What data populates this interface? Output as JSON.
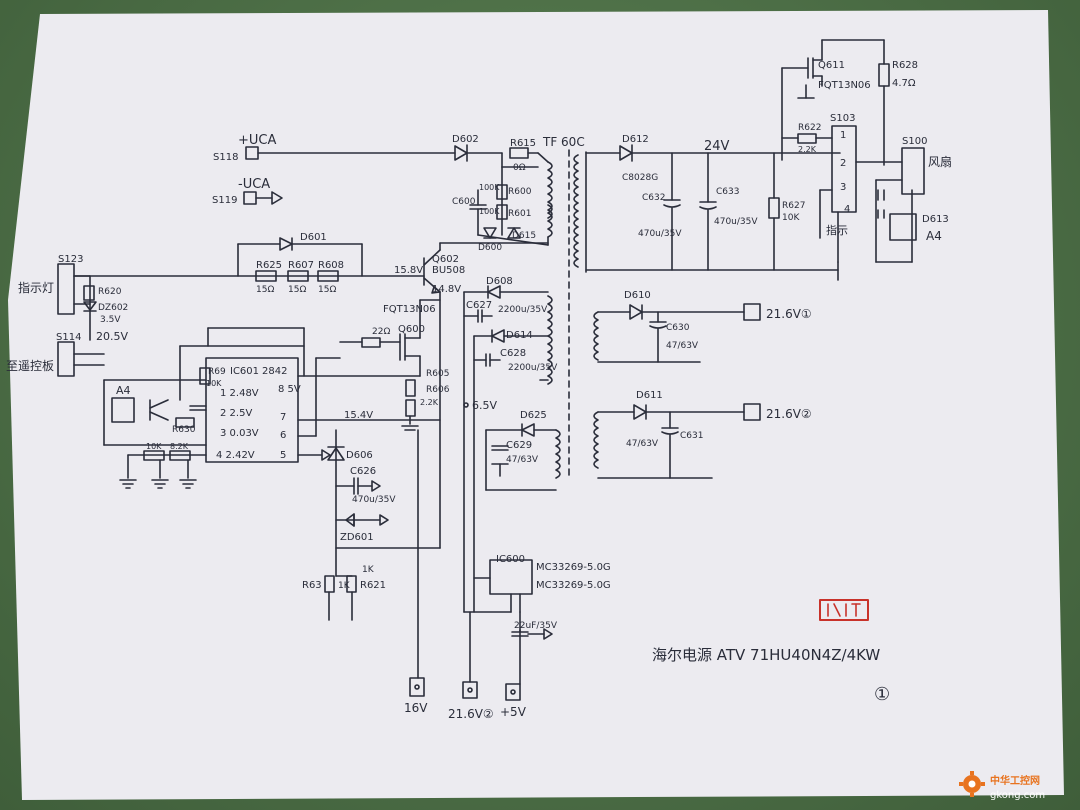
{
  "colors": {
    "paper": "#ecebf0",
    "ink": "#2a2d3a",
    "background": "#4a6b44",
    "seal": "#c8322a",
    "watermark_orange": "#e8731f"
  },
  "connectors": {
    "s118": "S118",
    "s119": "S119",
    "s123": "S123",
    "s114": "S114",
    "s103": "S103",
    "s100": "S100"
  },
  "nets": {
    "plus_uca": "+UCA",
    "minus_uca": "-UCA",
    "v24": "24V",
    "v21_6_1": "21.6V①",
    "v21_6_2": "21.6V②",
    "v16": "16V",
    "v16_out": "16V",
    "v21_6_out": "21.6V②",
    "v5_out": "+5V"
  },
  "components": {
    "d602": "D602",
    "r615": "R615",
    "r615_val": "0Ω",
    "tf": "TF 60C",
    "d612": "D612",
    "d612_part": "C8028G",
    "c632": "C632",
    "c632_val": "470u/35V",
    "c633": "C633",
    "c633_val": "470u/35V",
    "r627": "R627",
    "r627_val": "10K",
    "q611": "Q611",
    "q611_part": "FQT13N06",
    "r628": "R628",
    "r628_val": "4.7Ω",
    "r622": "R622",
    "r622_val": "2.2K",
    "d613": "D613",
    "a4_right": "A4",
    "c600": "C600",
    "r600": "R600",
    "r600_val": "100K",
    "r601": "R601",
    "r601_val": "100K",
    "d600": "D600",
    "d615": "D615",
    "d601": "D601",
    "r625": "R625",
    "r625_val": "15Ω",
    "r607": "R607",
    "r607_val": "15Ω",
    "r608": "R608",
    "r608_val": "15Ω",
    "q602": "Q602",
    "q602_part": "BU508",
    "v15_8": "15.8V",
    "v14_8": "14.8V",
    "fqt": "FQT13N06",
    "d608": "D608",
    "c627": "C627",
    "c627_val": "2200u/35V",
    "d614": "D614",
    "c628": "C628",
    "c628_val": "2200u/35V",
    "v6_5": "6.5V",
    "d625": "D625",
    "c629": "C629",
    "c629_val": "47/63V",
    "d610": "D610",
    "c630": "C630",
    "c630_val": "47/63V",
    "d611": "D611",
    "c631": "C631",
    "c631_val": "47/63V",
    "q600": "Q600",
    "r22": "22Ω",
    "r605": "R605",
    "r606": "R606",
    "r606_val": "2.2K",
    "ic601": "IC601",
    "ic601_part": "2842",
    "pin1": "1 2.48V",
    "pin2": "2 2.5V",
    "pin3": "3 0.03V",
    "pin4": "4 2.42V",
    "pin8": "8 5V",
    "pin7": "7",
    "pin6": "6",
    "pin5": "5",
    "v15_4": "15.4V",
    "r69": "R69",
    "r69_val": "10K",
    "r630": "R630",
    "r10k": "10K",
    "r8_2k": "8.2K",
    "a4_left": "A4",
    "d606": "D606",
    "c626": "C626",
    "c626_val": "470u/35V",
    "zd601": "ZD601",
    "r63": "R63",
    "r1k_a": "1K",
    "r1k_b": "1K",
    "r621": "R621",
    "ic600": "IC600",
    "ic600_l1": "MC33269-5.0G",
    "ic600_l2": "MC33269-5.0G",
    "c_out": "22uF/35V",
    "r620": "R620",
    "dz602": "DZ602",
    "dz602_v": "3.5V",
    "v20_5": "20.5V"
  },
  "annotations": {
    "s123_side": "指示灯",
    "s114_side": "至遥控板",
    "s100_side": "风扇",
    "s103_side": "指示",
    "model": "海尔电源 ATV 71HU40N4Z/4KW",
    "page_no": "①"
  },
  "watermark": {
    "text": "中华工控网",
    "url": "gkong.com"
  }
}
